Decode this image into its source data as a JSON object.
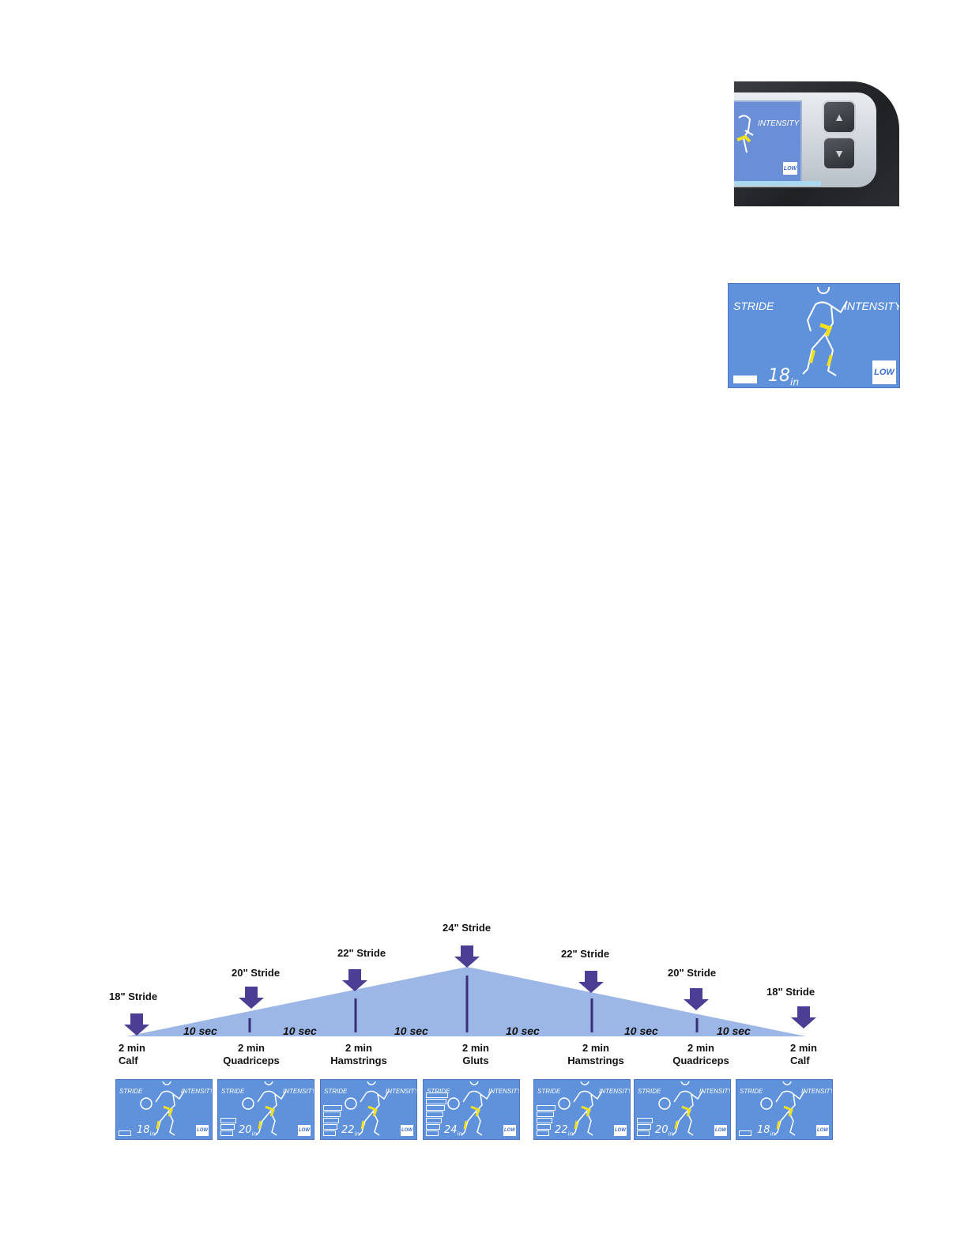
{
  "console_photo": {
    "screen_label": "INTENSITY",
    "low_label": "LOW",
    "up_icon": "up-arrow-icon",
    "down_icon": "down-arrow-icon"
  },
  "large_lcd": {
    "stride_label": "STRIDE",
    "intensity_label": "INTENSITY",
    "value": "18",
    "unit": "in",
    "low_label": "LOW"
  },
  "diagram": {
    "stride_labels": [
      {
        "text": "18\" Stride"
      },
      {
        "text": "20\" Stride"
      },
      {
        "text": "22\" Stride"
      },
      {
        "text": "24\" Stride"
      },
      {
        "text": "22\" Stride"
      },
      {
        "text": "20\" Stride"
      },
      {
        "text": "18\" Stride"
      }
    ],
    "segment_labels": [
      "10 sec",
      "10 sec",
      "10 sec",
      "10 sec",
      "10 sec",
      "10 sec"
    ],
    "stages": [
      {
        "duration": "2 min",
        "muscle": "Calf"
      },
      {
        "duration": "2 min",
        "muscle": "Quadriceps"
      },
      {
        "duration": "2 min",
        "muscle": "Hamstrings"
      },
      {
        "duration": "2 min",
        "muscle": "Gluts"
      },
      {
        "duration": "2 min",
        "muscle": "Hamstrings"
      },
      {
        "duration": "2 min",
        "muscle": "Quadriceps"
      },
      {
        "duration": "2 min",
        "muscle": "Calf"
      }
    ]
  },
  "small_lcds": [
    {
      "stride_label": "STRIDE",
      "intensity_label": "INTENSITY",
      "value": "18",
      "unit": "in",
      "low_label": "LOW",
      "bars": 1
    },
    {
      "stride_label": "STRIDE",
      "intensity_label": "INTENSITY",
      "value": "20",
      "unit": "in",
      "low_label": "LOW",
      "bars": 3
    },
    {
      "stride_label": "STRIDE",
      "intensity_label": "INTENSITY",
      "value": "22",
      "unit": "in",
      "low_label": "LOW",
      "bars": 5
    },
    {
      "stride_label": "STRIDE",
      "intensity_label": "INTENSITY",
      "value": "24",
      "unit": "in",
      "low_label": "LOW",
      "bars": 7
    },
    {
      "stride_label": "STRIDE",
      "intensity_label": "INTENSITY",
      "value": "22",
      "unit": "in",
      "low_label": "LOW",
      "bars": 5
    },
    {
      "stride_label": "STRIDE",
      "intensity_label": "INTENSITY",
      "value": "20",
      "unit": "in",
      "low_label": "LOW",
      "bars": 3
    },
    {
      "stride_label": "STRIDE",
      "intensity_label": "INTENSITY",
      "value": "18",
      "unit": "in",
      "low_label": "LOW",
      "bars": 1
    }
  ],
  "colors": {
    "lcd_blue": "#5f92db",
    "ramp_fill": "#9cb6e6",
    "arrow_purple": "#4c3e94",
    "muscle_highlight": "#f0e020"
  }
}
